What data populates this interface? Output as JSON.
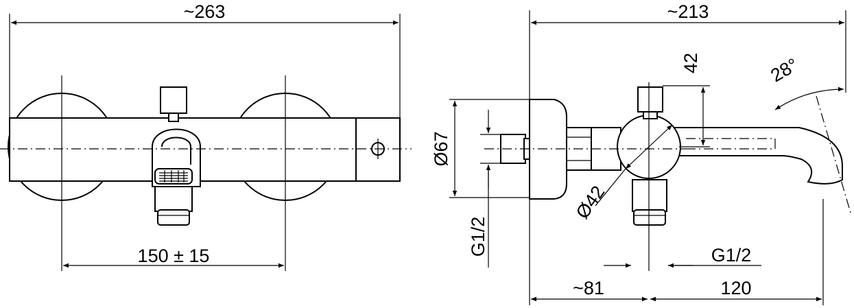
{
  "front_view": {
    "width_label": "~263",
    "distance_label": "150 ± 15"
  },
  "side_view": {
    "depth_label": "~213",
    "top_offset_label": "42",
    "angle_label": "28°",
    "body_diameter_label": "Ø67",
    "knob_diameter_label": "Ø42",
    "inlet_thread_label": "G1/2",
    "outlet_thread_label": "G1/2",
    "inlet_depth_label": "~81",
    "spout_length_label": "120"
  },
  "colors": {
    "line": "#000000",
    "background": "#ffffff"
  }
}
